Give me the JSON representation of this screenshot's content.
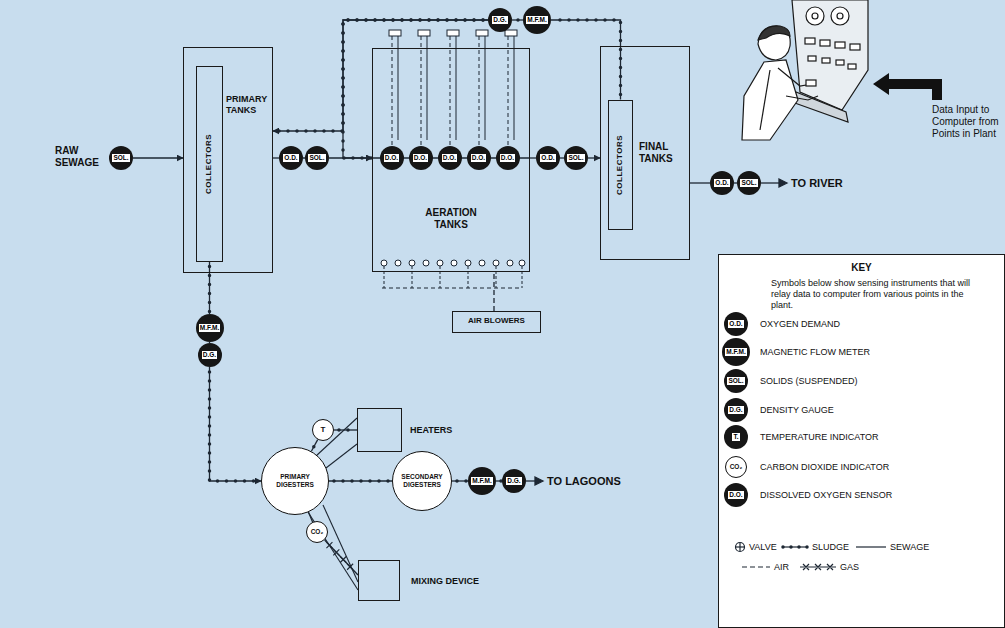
{
  "diagram": {
    "nodes": [
      {
        "text": [
          "SOL."
        ]
      },
      {
        "text": [
          "PRIMARY TANKS"
        ]
      },
      {
        "text": [
          "COLLECTORS"
        ],
        "in": 1
      },
      {
        "text": [
          "O.D."
        ]
      },
      {
        "text": [
          "SOL."
        ]
      },
      {
        "text": [
          "AERATION TANKS"
        ]
      },
      {
        "text": [
          "D.O."
        ],
        "in": 5
      },
      {
        "text": [
          "D.O."
        ],
        "in": 5
      },
      {
        "text": [
          "D.O."
        ],
        "in": 5
      },
      {
        "text": [
          "D.O."
        ],
        "in": 5
      },
      {
        "text": [
          "D.O."
        ],
        "in": 5
      },
      {
        "text": [
          "O.D."
        ]
      },
      {
        "text": [
          "SOL."
        ]
      },
      {
        "text": [
          "FINAL TANKS"
        ]
      },
      {
        "text": [
          "COLLECTORS"
        ],
        "in": 13
      },
      {
        "text": [
          "O.D."
        ]
      },
      {
        "text": [
          "SOL."
        ]
      },
      {
        "text": [
          "D.G."
        ]
      },
      {
        "text": [
          "M.F.M."
        ]
      },
      {
        "text": [
          "AIR BLOWERS"
        ]
      },
      {
        "text": [
          "M.F.M."
        ]
      },
      {
        "text": [
          "D.G."
        ]
      },
      {
        "text": [
          "PRIMARY DIGESTERS"
        ]
      },
      {
        "text": [
          "T"
        ]
      },
      {
        "text": [
          "HEATERS"
        ]
      },
      {
        "text": [
          "CO₂"
        ]
      },
      {
        "text": [
          "MIXING DEVICE"
        ]
      },
      {
        "text": [
          "SECONDARY DIGESTERS"
        ]
      },
      {
        "text": [
          "M.F.M."
        ]
      },
      {
        "text": [
          "D.G."
        ]
      },
      {
        "text": [
          "KEY",
          "Symbols below show sensing instruments that will relay data to computer from various points in the plant."
        ]
      }
    ],
    "edges": [
      {
        "from": 0,
        "to": 1,
        "arrow": "to"
      },
      {
        "from": 1,
        "to": 3,
        "arrow": "none"
      },
      {
        "from": 3,
        "to": 4,
        "arrow": "none"
      },
      {
        "from": 4,
        "to": 5,
        "arrow": "to"
      },
      {
        "from": 5,
        "to": 11,
        "arrow": "none"
      },
      {
        "from": 11,
        "to": 12,
        "arrow": "none"
      },
      {
        "from": 12,
        "to": 13,
        "arrow": "to"
      },
      {
        "from": 13,
        "to": 15,
        "arrow": "none"
      },
      {
        "from": 15,
        "to": 16,
        "arrow": "none"
      },
      {
        "from": 14,
        "to": 18,
        "arrow": "none"
      },
      {
        "from": 18,
        "to": 17,
        "arrow": "none"
      },
      {
        "from": 17,
        "to": 1,
        "arrow": "to"
      },
      {
        "from": 17,
        "to": 5,
        "arrow": "to"
      },
      {
        "from": 19,
        "to": 5,
        "arrow": "none"
      },
      {
        "from": 2,
        "to": 20,
        "arrow": "none"
      },
      {
        "from": 20,
        "to": 21,
        "arrow": "none"
      },
      {
        "from": 21,
        "to": 22,
        "arrow": "to"
      },
      {
        "from": 22,
        "to": 23,
        "arrow": "none"
      },
      {
        "from": 23,
        "to": 24,
        "arrow": "none"
      },
      {
        "from": 22,
        "to": 25,
        "arrow": "none"
      },
      {
        "from": 25,
        "to": 26,
        "arrow": "none"
      },
      {
        "from": 22,
        "to": 27,
        "arrow": "none"
      },
      {
        "from": 27,
        "to": 28,
        "arrow": "none"
      },
      {
        "from": 28,
        "to": 29,
        "arrow": "none"
      }
    ],
    "labels": [
      "RAW SEWAGE",
      "TO RIVER",
      "TO LAGOONS",
      "Data Input to Computer from Points in Plant",
      "O.D.",
      "M.F.M.",
      "SOL.",
      "D.G.",
      "T.",
      "CO₂",
      "D.O."
    ],
    "legend": [
      {
        "text": "OXYGEN DEMAND"
      },
      {
        "text": "MAGNETIC FLOW METER"
      },
      {
        "text": "SOLIDS (SUSPENDED)"
      },
      {
        "text": "DENSITY GAUGE"
      },
      {
        "text": "TEMPERATURE INDICATOR"
      },
      {
        "text": "CARBON DIOXIDE INDICATOR"
      },
      {
        "text": "DISSOLVED OXYGEN SENSOR"
      },
      {
        "text": "VALVE"
      },
      {
        "text": "SLUDGE"
      },
      {
        "text": "SEWAGE"
      },
      {
        "text": "AIR"
      },
      {
        "text": "GAS"
      }
    ]
  }
}
